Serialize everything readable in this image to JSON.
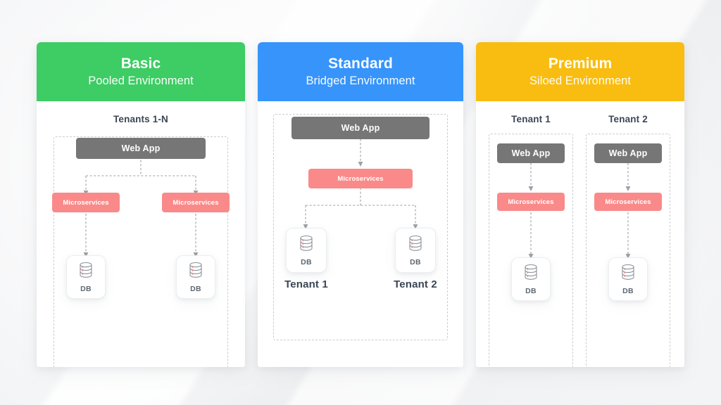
{
  "background": {
    "base_color": "#f4f5f6"
  },
  "palette": {
    "basic_green": "#3ecc64",
    "standard_blue": "#3694fb",
    "premium_yellow": "#f8bd10",
    "webapp_gray": "#767676",
    "microservices_pink": "#fa8a8a",
    "dashed_border": "#c9cdd2",
    "label_text": "#3b4655"
  },
  "columns": [
    {
      "id": "basic",
      "title": "Basic",
      "subtitle": "Pooled Environment",
      "accent": "#3ecc64",
      "group_labels": [
        "Tenants 1-N"
      ],
      "nodes": {
        "webapp": "Web App",
        "microservices": [
          "Microservices",
          "Microservices"
        ],
        "db": [
          "DB",
          "DB"
        ]
      }
    },
    {
      "id": "standard",
      "title": "Standard",
      "subtitle": "Bridged Environment",
      "accent": "#3694fb",
      "group_labels": [],
      "nodes": {
        "webapp": "Web App",
        "microservices": [
          "Microservices"
        ],
        "db": [
          "DB",
          "DB"
        ]
      },
      "tenant_labels": [
        "Tenant 1",
        "Tenant 2"
      ]
    },
    {
      "id": "premium",
      "title": "Premium",
      "subtitle": "Siloed Environment",
      "accent": "#f8bd10",
      "group_labels": [
        "Tenant 1",
        "Tenant 2"
      ],
      "nodes": {
        "webapp": "Web App",
        "microservices": [
          "Microservices",
          "Microservices"
        ],
        "db": [
          "DB",
          "DB"
        ]
      }
    }
  ],
  "icons": {
    "database": "database-icon"
  }
}
